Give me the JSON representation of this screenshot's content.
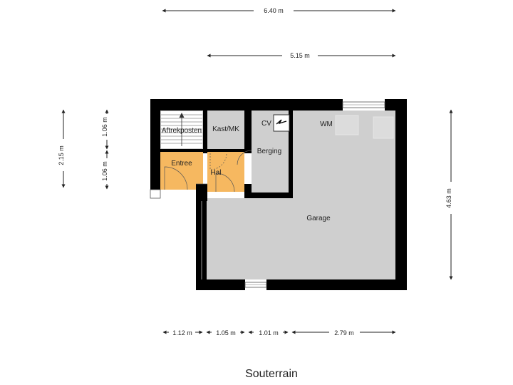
{
  "plan": {
    "title": "Souterrain",
    "colors": {
      "wall": "#000000",
      "room_grey": "#cfcfcf",
      "room_orange": "#f6b860",
      "dimension_line": "#222222"
    },
    "dimensions": {
      "top_total": "6.40 m",
      "top_inner": "5.15 m",
      "left_total": "2.15 m",
      "left_upper": "1.06 m",
      "left_lower": "1.06 m",
      "right_total": "4.63 m",
      "bottom": [
        "1.12 m",
        "1.05 m",
        "1.01 m",
        "2.79 m"
      ]
    },
    "rooms": {
      "aftrekposten": "Aftrekposten",
      "kast_mk": "Kast/MK",
      "berging": "Berging",
      "entree": "Entree",
      "hal": "Hal",
      "garage": "Garage",
      "cv": "CV",
      "wm": "WM"
    },
    "icons": {
      "cv_unit": "boiler-icon",
      "stairs_arrow": "stair-arrow-icon"
    }
  }
}
